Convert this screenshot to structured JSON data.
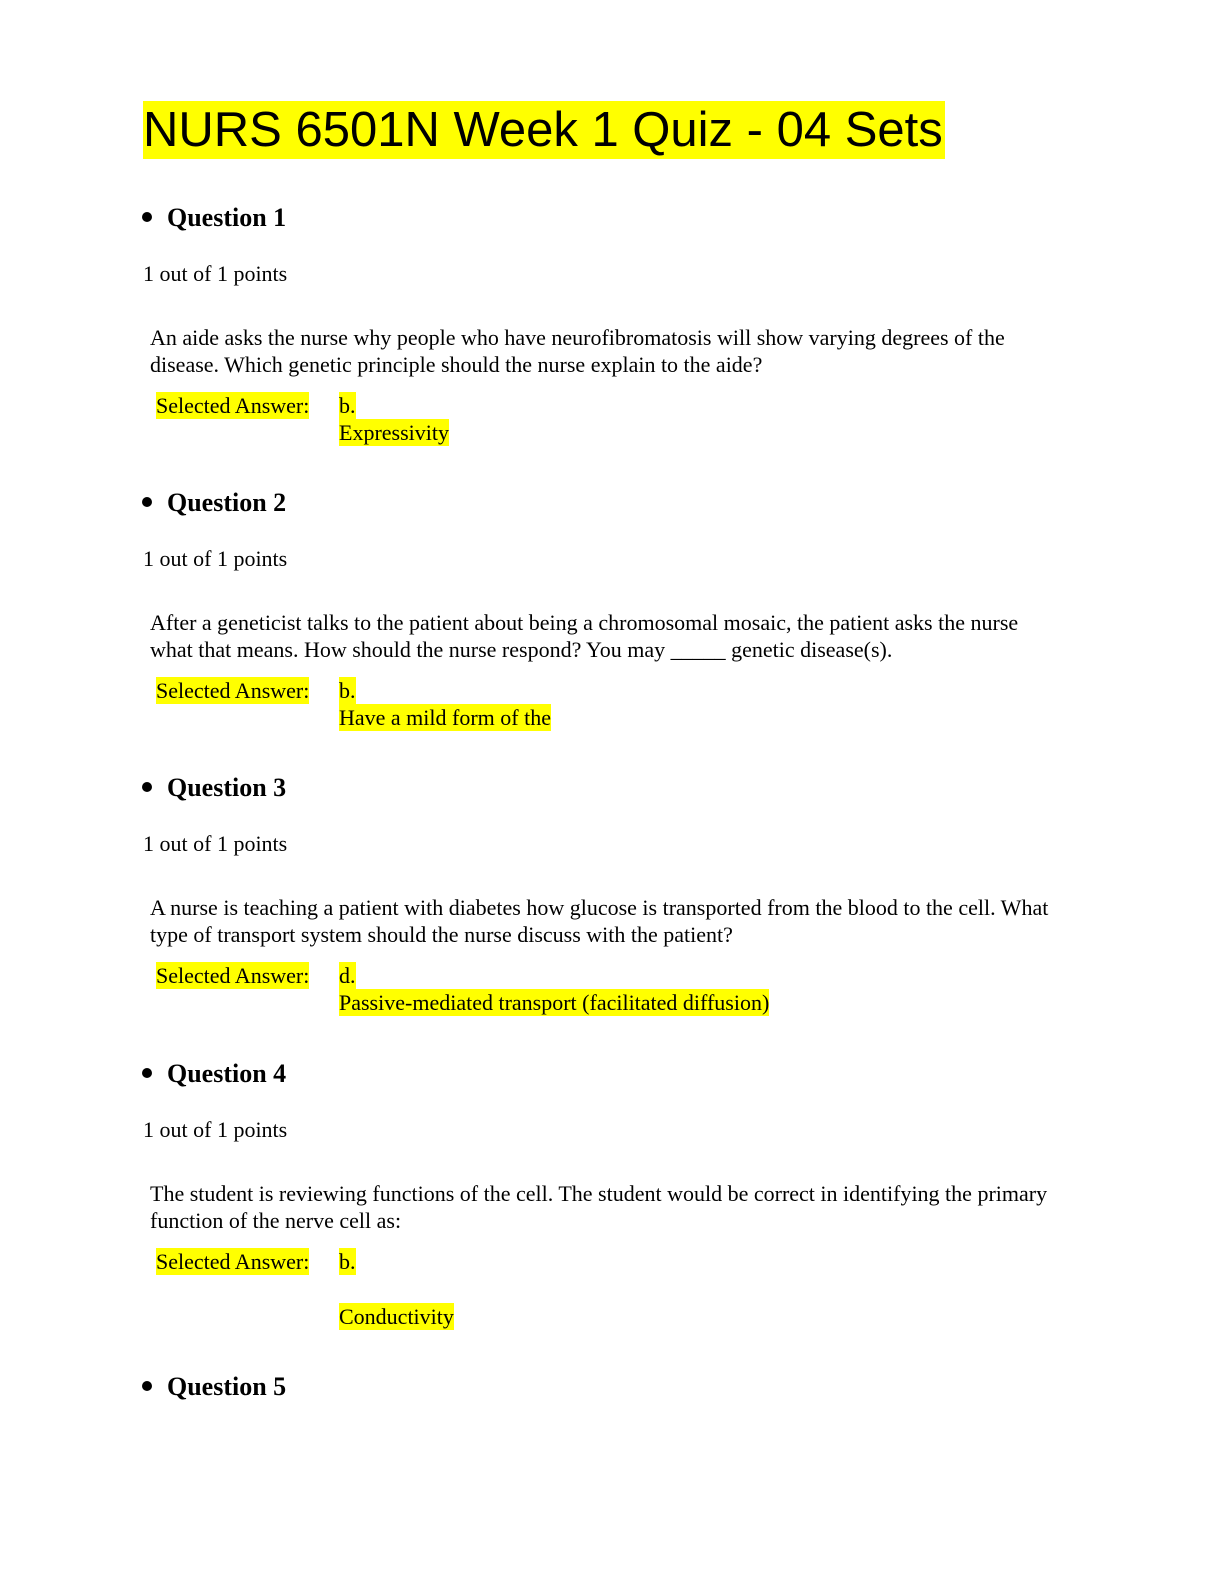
{
  "title": "NURS 6501N Week 1 Quiz - 04 Sets",
  "selected_label": "Selected Answer:",
  "questions": [
    {
      "heading": "Question 1",
      "points": "1 out of 1 points",
      "text": "An aide asks the nurse why people who have neurofibromatosis will show varying degrees of the disease. Which genetic principle should the nurse explain to the aide?",
      "letter": "b.",
      "answer": "Expressivity"
    },
    {
      "heading": "Question 2",
      "points": "1 out of 1 points",
      "text": "After a geneticist talks to the patient about being a chromosomal mosaic, the patient asks the nurse what that means. How should the nurse respond? You may _____ genetic disease(s).",
      "letter": "b.",
      "answer": "Have a mild form of the"
    },
    {
      "heading": "Question 3",
      "points": "1 out of 1 points",
      "text": "A nurse is teaching a patient with diabetes how glucose is transported from the blood to the cell. What type of transport system should the nurse discuss with the patient?",
      "letter": "d.",
      "answer": "Passive-mediated transport (facilitated diffusion)"
    },
    {
      "heading": "Question 4",
      "points": "1 out of 1 points",
      "text": "The student is reviewing functions of the cell. The student would be correct in identifying the primary function of the nerve cell as:",
      "letter": "b.",
      "answer": "Conductivity"
    },
    {
      "heading": "Question 5"
    }
  ]
}
